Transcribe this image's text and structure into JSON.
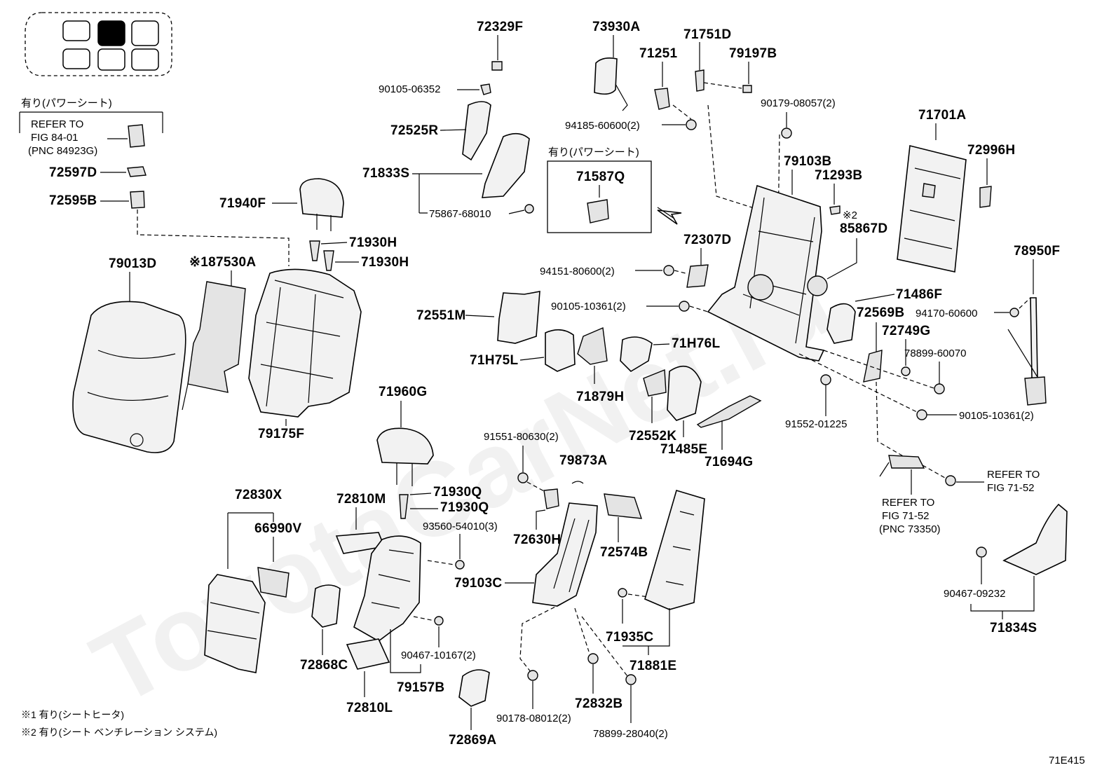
{
  "diagram_code": "71E415",
  "watermark": "ToyotaCarNet.ru",
  "power_seat_label": "有り(パワーシート)",
  "refer_box": {
    "line1": "REFER TO",
    "line2": "FIG 84-01",
    "line3": "(PNC 84923G)"
  },
  "refer_71_52_right": {
    "line1": "REFER TO",
    "line2": "FIG 71-52"
  },
  "refer_71_52_bottom": {
    "line1": "REFER TO",
    "line2": "FIG 71-52",
    "line3": "(PNC 73350)"
  },
  "notes": {
    "n1": "※1 有り(シートヒータ)",
    "n2": "※2 有り(シート ベンチレーション システム)",
    "mark2": "※2"
  },
  "parts": {
    "p72329F": "72329F",
    "p90105_06352": "90105-06352",
    "p72525R": "72525R",
    "p71833S": "71833S",
    "p75867_68010": "75867-68010",
    "p73930A": "73930A",
    "p71251": "71251",
    "p71751D": "71751D",
    "p79197B": "79197B",
    "p94185_60600": "94185-60600(2)",
    "p71587Q": "71587Q",
    "p90179_08057": "90179-08057(2)",
    "p71701A": "71701A",
    "p72996H": "72996H",
    "p79103B": "79103B",
    "p71293B": "71293B",
    "p85867D": "85867D",
    "p72307D": "72307D",
    "p94151_80600": "94151-80600(2)",
    "p90105_10361_a": "90105-10361(2)",
    "p78950F": "78950F",
    "p94170_60600": "94170-60600",
    "p71486F": "71486F",
    "p72569B": "72569B",
    "p72749G": "72749G",
    "p78899_60070": "78899-60070",
    "p72551M": "72551M",
    "p71H76L": "71H76L",
    "p71H75L": "71H75L",
    "p71879H": "71879H",
    "p72552K": "72552K",
    "p71485E": "71485E",
    "p71694G": "71694G",
    "p91552_01225": "91552-01225",
    "p90105_10361_b": "90105-10361(2)",
    "p72597D": "72597D",
    "p72595B": "72595B",
    "p71940F": "71940F",
    "p71930H_a": "71930H",
    "p71930H_b": "71930H",
    "p79013D": "79013D",
    "p87530A": "※187530A",
    "p79175F": "79175F",
    "p71960G": "71960G",
    "p91551_80630": "91551-80630(2)",
    "p79873A": "79873A",
    "p71930Q_a": "71930Q",
    "p71930Q_b": "71930Q",
    "p93560_54010": "93560-54010(3)",
    "p72830X": "72830X",
    "p66990V": "66990V",
    "p72810M": "72810M",
    "p72630H": "72630H",
    "p72574B": "72574B",
    "p79103C": "79103C",
    "p71935C": "71935C",
    "p71881E": "71881E",
    "p72868C": "72868C",
    "p72810L": "72810L",
    "p79157B": "79157B",
    "p90467_10167": "90467-10167(2)",
    "p72832B": "72832B",
    "p90178_08012": "90178-08012(2)",
    "p78899_28040": "78899-28040(2)",
    "p72869A": "72869A",
    "p90467_09232": "90467-09232",
    "p71834S": "71834S"
  }
}
